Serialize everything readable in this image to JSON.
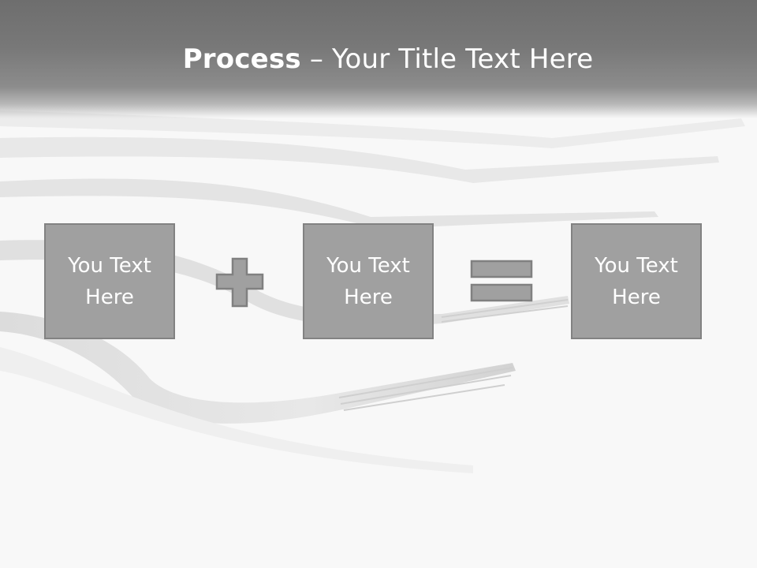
{
  "slide": {
    "title_bold": "Process",
    "title_rest": " – Your Title Text Here",
    "boxes": [
      {
        "text": "You Text\nHere"
      },
      {
        "text": "You Text\nHere"
      },
      {
        "text": "You Text\nHere"
      }
    ],
    "operators": [
      "plus-icon",
      "equals-icon"
    ],
    "colors": {
      "header": "#777777",
      "box_fill": "#a0a0a0",
      "box_border": "#828282",
      "text": "#ffffff"
    }
  }
}
